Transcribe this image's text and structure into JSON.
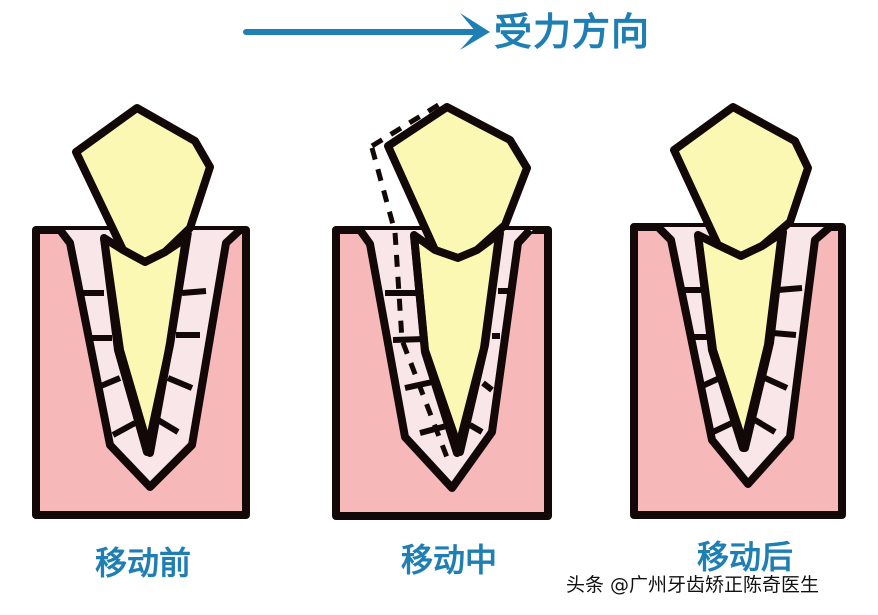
{
  "header": {
    "title": "受力方向",
    "arrow_icon": "arrow-right-icon",
    "accent_color": "#1f7fb3"
  },
  "panels": [
    {
      "label": "移动前",
      "state": "before"
    },
    {
      "label": "移动中",
      "state": "during"
    },
    {
      "label": "移动后",
      "state": "after"
    }
  ],
  "colors": {
    "tooth": "#fbf8b4",
    "bone": "#f7b8ba",
    "ligament": "#f8e6e8",
    "outline": "#120808",
    "text": "#1f7fb3"
  },
  "watermark": "头条 @广州牙齿矫正陈奇医生"
}
